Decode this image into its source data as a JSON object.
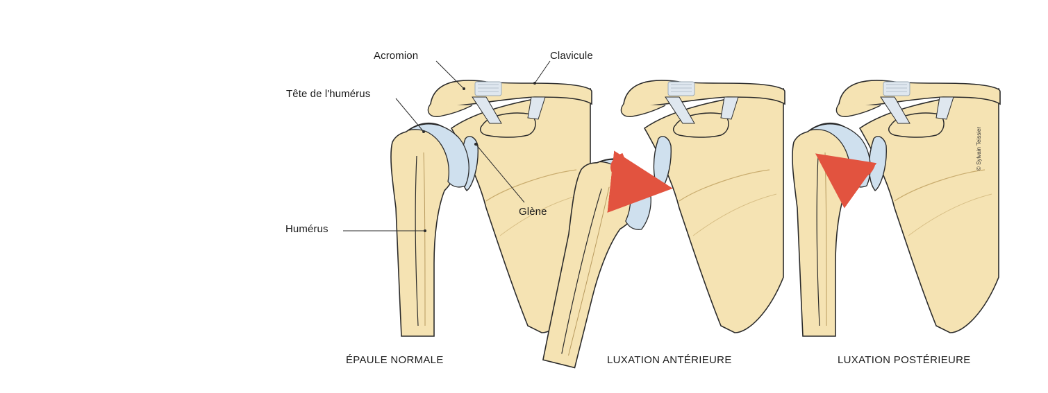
{
  "labels": {
    "acromion": "Acromion",
    "clavicule": "Clavicule",
    "tete_humerus": "Tête de l'humérus",
    "glene": "Glène",
    "humerus": "Humérus"
  },
  "captions": {
    "normal": "ÉPAULE NORMALE",
    "anterior": "LUXATION ANTÉRIEURE",
    "posterior": "LUXATION POSTÉRIEURE"
  },
  "copyright": "© Sylvain Teissier",
  "colors": {
    "bone_fill": "#f5e3b3",
    "bone_shadow": "#e9cf92",
    "outline": "#2b2b2b",
    "cartilage": "#cfe0ee",
    "ligament": "#dfe7ef",
    "arrow": "#e2533f"
  }
}
